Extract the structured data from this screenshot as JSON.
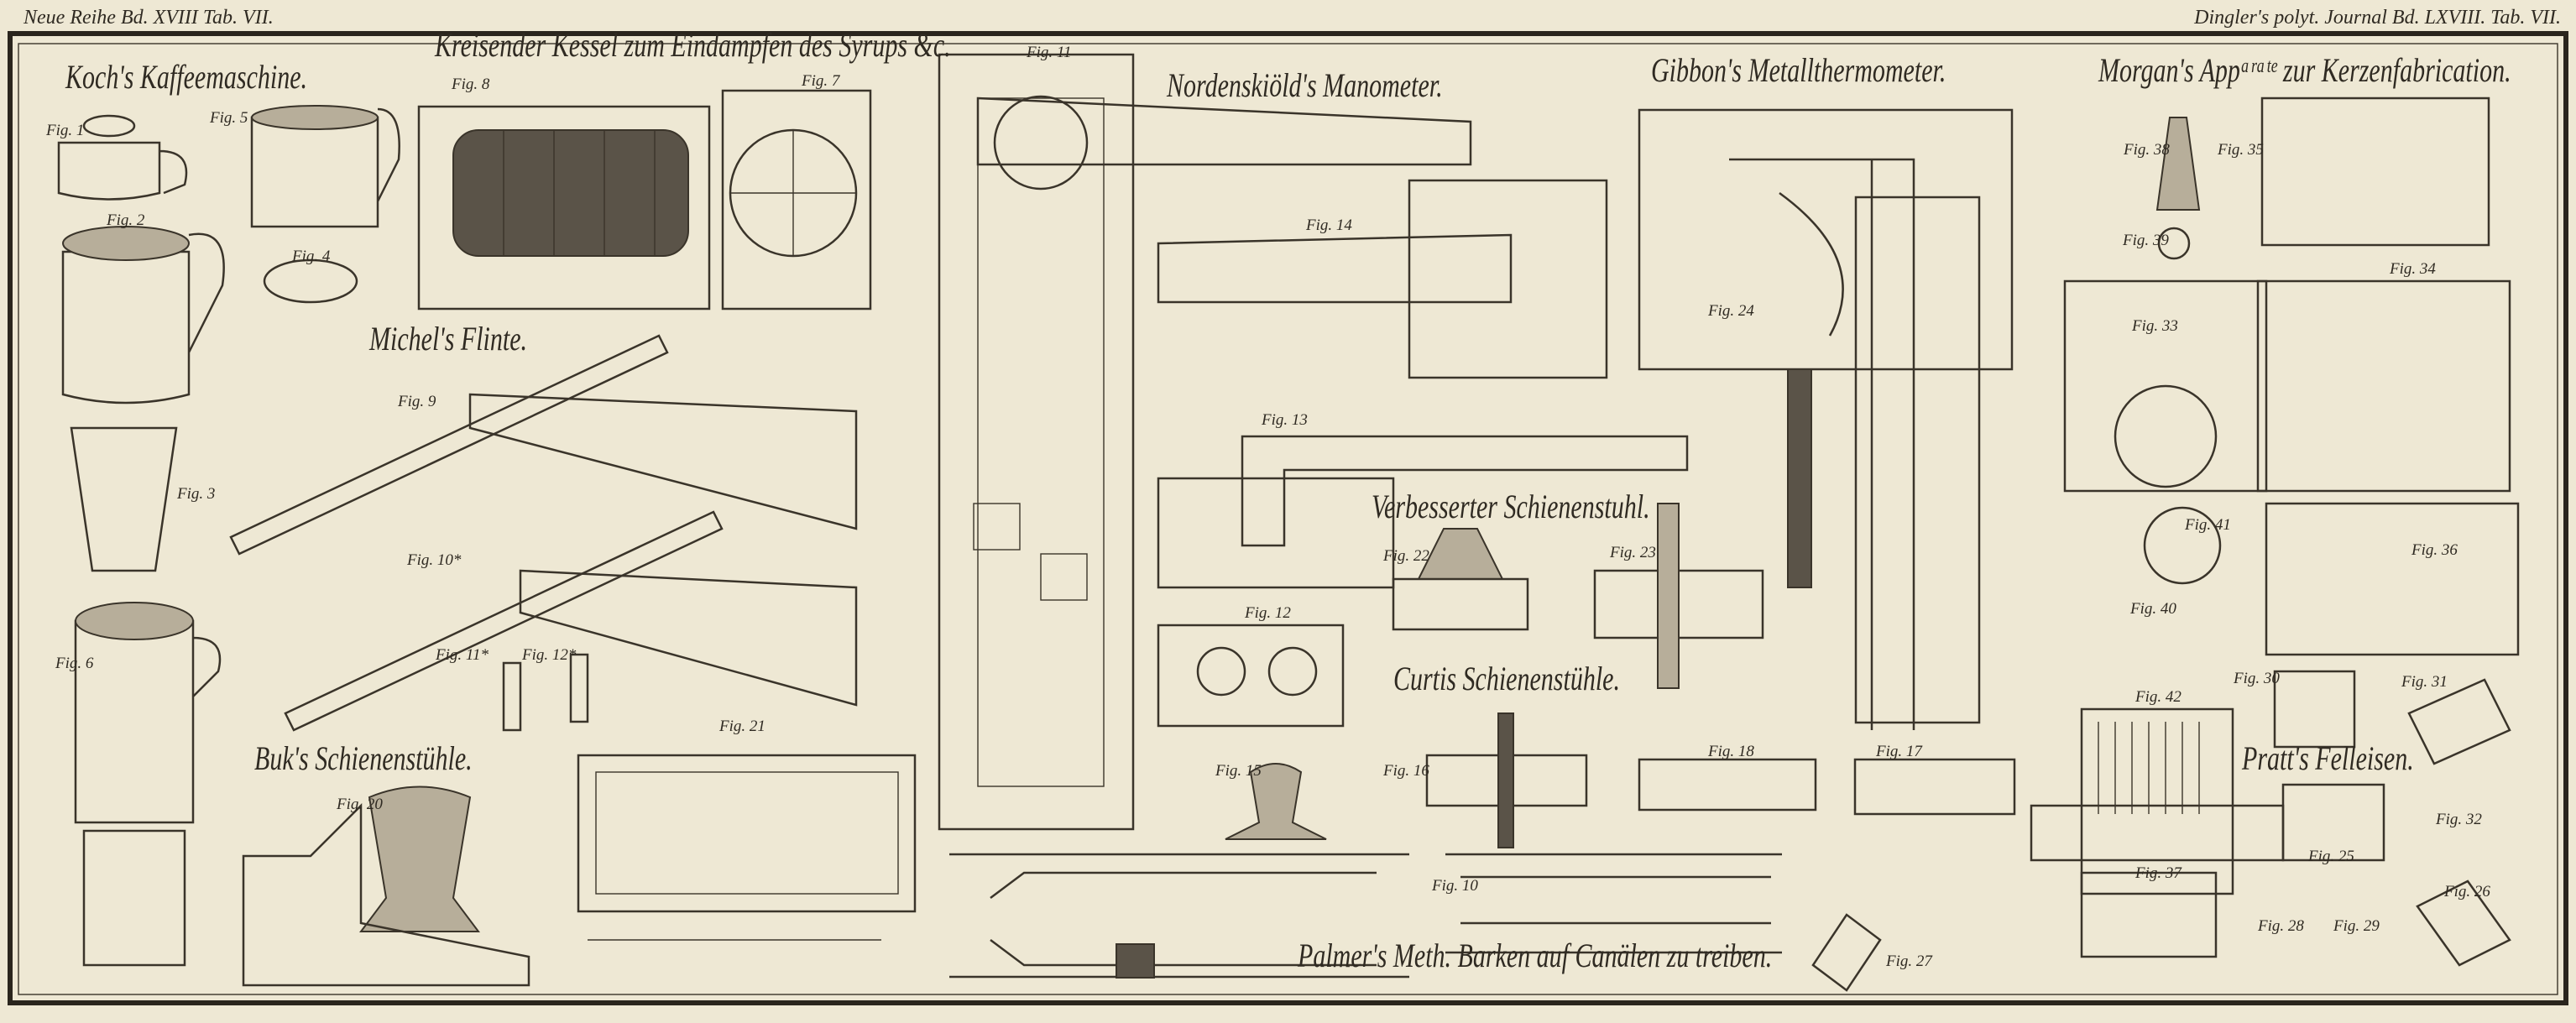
{
  "header": {
    "left": "Neue Reihe Bd. XVIII Tab. VII.",
    "right": "Dingler's polyt. Journal Bd. LXVIII. Tab. VII."
  },
  "titles": {
    "koch": "Koch's Kaffeemaschine.",
    "kessel": "Kreisender Kessel zum Eindampfen des Syrups &c.",
    "manometer": "Nordenskiöld's Manometer.",
    "thermometer": "Gibbon's Metallthermometer.",
    "morgan": "Morgan's Appᵃʳᵃᵗᵉ zur Kerzenfabrication.",
    "flinte": "Michel's Flinte.",
    "schienenstuhl": "Verbesserter Schienenstuhl.",
    "curtis": "Curtis Schienenstühle.",
    "buk": "Buk's Schienenstühle.",
    "pratt": "Pratt's Felleisen.",
    "palmer": "Palmer's Meth. Barken auf Canälen zu treiben."
  },
  "figures": [
    "Fig. 1",
    "Fig. 5",
    "Fig. 2",
    "Fig. 4",
    "Fig. 3",
    "Fig. 6",
    "Fig. 8",
    "Fig. 7",
    "Fig. 11",
    "Fig. 9",
    "Fig. 10*",
    "Fig. 11*",
    "Fig. 12*",
    "Fig. 14",
    "Fig. 13",
    "Fig. 12",
    "Fig. 22",
    "Fig. 23",
    "Fig. 24",
    "Fig. 15",
    "Fig. 16",
    "Fig. 18",
    "Fig. 17",
    "Fig. 20",
    "Fig. 21",
    "Fig. 10",
    "Fig. 38",
    "Fig. 35",
    "Fig. 39",
    "Fig. 34",
    "Fig. 33",
    "Fig. 41",
    "Fig. 36",
    "Fig. 40",
    "Fig. 30",
    "Fig. 31",
    "Fig. 42",
    "Fig. 32",
    "Fig. 25",
    "Fig. 37",
    "Fig. 26",
    "Fig. 27",
    "Fig. 28",
    "Fig. 29"
  ]
}
